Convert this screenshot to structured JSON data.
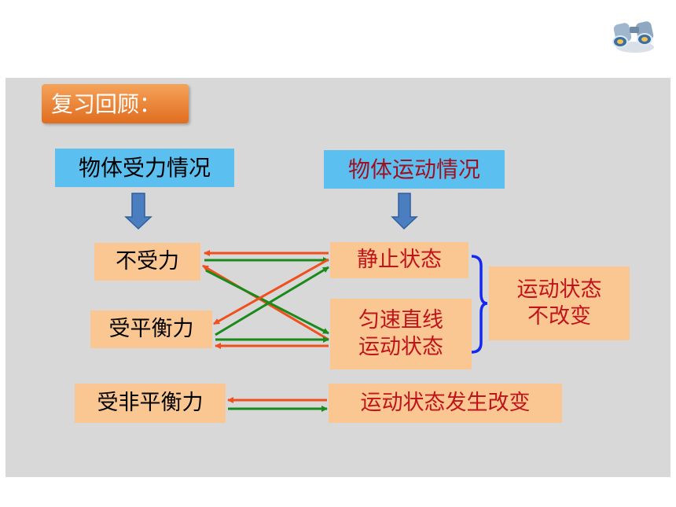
{
  "title": "复习回顾：",
  "headers": {
    "force": "物体受力情况",
    "motion": "物体运动情况"
  },
  "force_items": {
    "none": "不受力",
    "balanced": "受平衡力",
    "unbalanced": "受非平衡力"
  },
  "motion_items": {
    "rest": "静止状态",
    "uniform_line1": "匀速直线",
    "uniform_line2": "运动状态",
    "changes": "运动状态发生改变"
  },
  "summary": {
    "line1": "运动状态",
    "line2": "不改变"
  },
  "colors": {
    "arrow_red": "#f0501e",
    "arrow_green": "#1a8a1a",
    "brace": "#1428f0",
    "down_arrow": "#4a7ec0"
  },
  "icons": [
    "binoculars-icon",
    "down-arrow-icon"
  ]
}
